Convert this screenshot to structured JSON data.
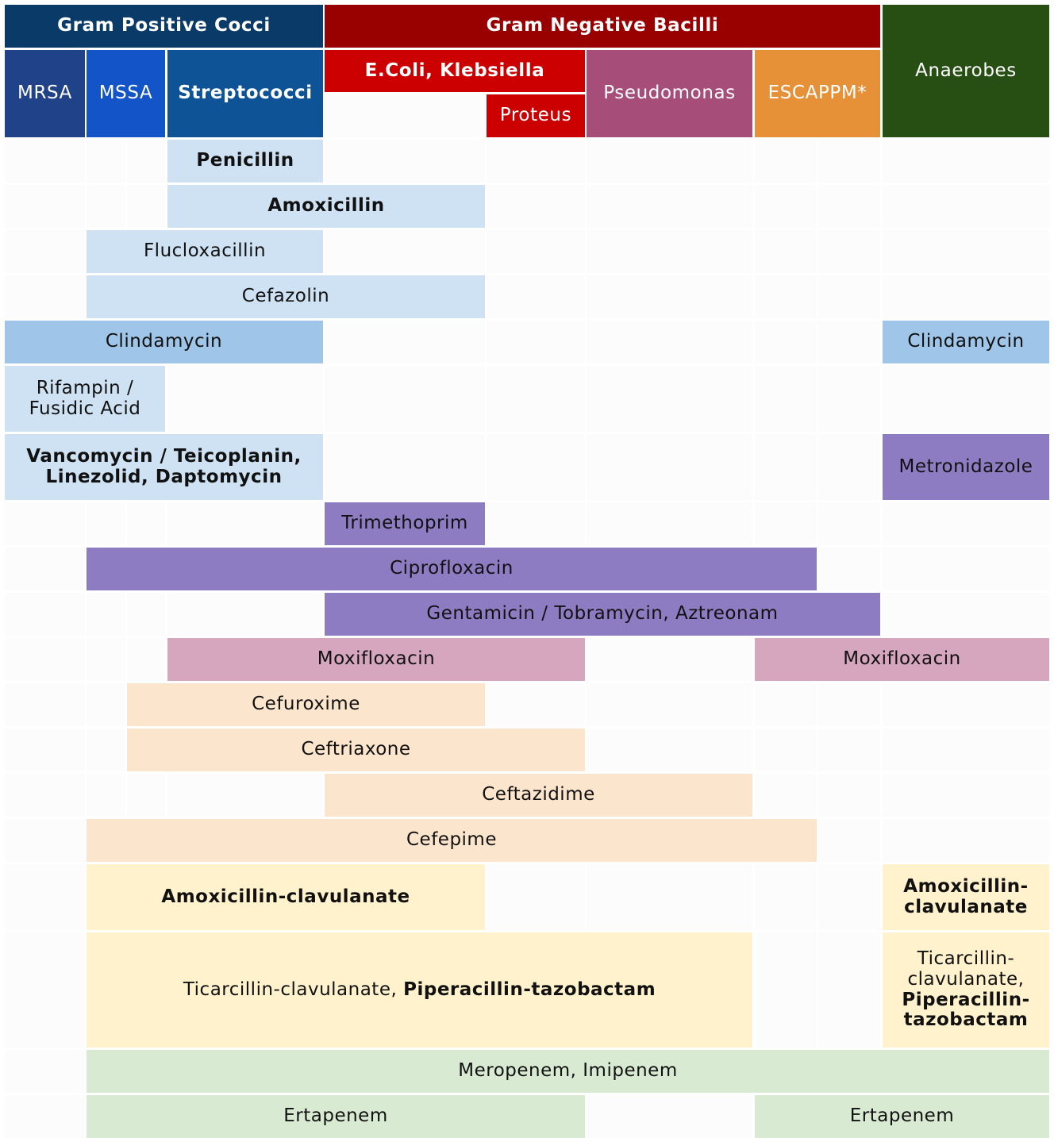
{
  "title": "Antibiotic spectrum of activity chart",
  "colors": {
    "gram_positive": "#0a3a68",
    "mrsa": "#1f4288",
    "mssa": "#1354c9",
    "streptococci": "#0d5396",
    "gram_negative": "#990000",
    "ecoli": "#cc0000",
    "proteus": "#cc0000",
    "pseudomonas": "#a64d79",
    "escappm": "#e69138",
    "anaerobes": "#274e13",
    "penicillins_light_blue": "#cfe2f3",
    "clindamycin_blue": "#9fc5e8",
    "purple": "#8e7cc3",
    "pink": "#d5a6bd",
    "peach": "#fce5cd",
    "cream": "#fff2cc",
    "green": "#d9ead3",
    "empty_cell": "#fcfcfc"
  },
  "columns": [
    "MRSA",
    "MSSA-a",
    "MSSA-b",
    "Streptococci",
    "E.Coli-a",
    "E.Coli/Proteus",
    "Pseudomonas",
    "ESCAPPM-a",
    "ESCAPPM-b",
    "Anaerobes"
  ],
  "headers": {
    "groups": [
      {
        "label": "Gram Positive Cocci",
        "color_key": "gram_positive",
        "bold": true,
        "cols": [
          0,
          3
        ]
      },
      {
        "label": "Gram Negative Bacilli",
        "color_key": "gram_negative",
        "bold": true,
        "cols": [
          4,
          8
        ]
      },
      {
        "label": "Anaerobes",
        "color_key": "anaerobes",
        "bold": false,
        "cols": [
          9,
          9
        ]
      }
    ],
    "organisms": [
      {
        "label": "MRSA",
        "color_key": "mrsa",
        "bold": false,
        "cols": [
          0,
          0
        ]
      },
      {
        "label": "MSSA",
        "color_key": "mssa",
        "bold": false,
        "cols": [
          1,
          2
        ]
      },
      {
        "label": "Streptococci",
        "color_key": "streptococci",
        "bold": true,
        "cols": [
          3,
          3
        ]
      },
      {
        "label": "E.Coli, Klebsiella",
        "color_key": "ecoli",
        "bold": true,
        "cols": [
          4,
          5
        ],
        "part": "top"
      },
      {
        "label": "Proteus",
        "color_key": "proteus",
        "bold": false,
        "cols": [
          5,
          5
        ],
        "part": "bottom"
      },
      {
        "label": "Pseudomonas",
        "color_key": "pseudomonas",
        "bold": false,
        "cols": [
          6,
          6
        ]
      },
      {
        "label": "ESCAPPM*",
        "color_key": "escappm",
        "bold": false,
        "cols": [
          7,
          8
        ]
      }
    ]
  },
  "rows": [
    {
      "size": 1,
      "drugs": [
        {
          "segments": [
            {
              "text": "Penicillin",
              "bold": true
            }
          ],
          "color_key": "penicillins_light_blue",
          "cols": [
            3,
            3
          ]
        }
      ]
    },
    {
      "size": 1,
      "drugs": [
        {
          "segments": [
            {
              "text": "Amoxicillin",
              "bold": true
            }
          ],
          "color_key": "penicillins_light_blue",
          "cols": [
            3,
            4
          ]
        }
      ]
    },
    {
      "size": 1,
      "drugs": [
        {
          "segments": [
            {
              "text": "Flucloxacillin",
              "bold": false
            }
          ],
          "color_key": "penicillins_light_blue",
          "cols": [
            1,
            3
          ]
        }
      ]
    },
    {
      "size": 1,
      "drugs": [
        {
          "segments": [
            {
              "text": "Cefazolin",
              "bold": false
            }
          ],
          "color_key": "penicillins_light_blue",
          "cols": [
            1,
            4
          ]
        }
      ]
    },
    {
      "size": 1,
      "drugs": [
        {
          "segments": [
            {
              "text": "Clindamycin",
              "bold": false
            }
          ],
          "color_key": "clindamycin_blue",
          "cols": [
            0,
            3
          ]
        },
        {
          "segments": [
            {
              "text": "Clindamycin",
              "bold": false
            }
          ],
          "color_key": "clindamycin_blue",
          "cols": [
            9,
            9
          ]
        }
      ]
    },
    {
      "size": 1.5,
      "drugs": [
        {
          "segments": [
            {
              "text": "Rifampin / Fusidic Acid",
              "bold": false
            }
          ],
          "color_key": "penicillins_light_blue",
          "cols": [
            0,
            2
          ]
        }
      ]
    },
    {
      "size": 1.5,
      "drugs": [
        {
          "segments": [
            {
              "text": "Vancomycin / Teicoplanin, Linezolid, Daptomycin",
              "bold": true
            }
          ],
          "color_key": "penicillins_light_blue",
          "cols": [
            0,
            3
          ]
        },
        {
          "segments": [
            {
              "text": "Metronidazole",
              "bold": false
            }
          ],
          "color_key": "purple",
          "cols": [
            9,
            9
          ]
        }
      ]
    },
    {
      "size": 1,
      "drugs": [
        {
          "segments": [
            {
              "text": "Trimethoprim",
              "bold": false
            }
          ],
          "color_key": "purple",
          "cols": [
            4,
            4
          ]
        }
      ]
    },
    {
      "size": 1,
      "drugs": [
        {
          "segments": [
            {
              "text": "Ciprofloxacin",
              "bold": false
            }
          ],
          "color_key": "purple",
          "cols": [
            1,
            7
          ]
        }
      ]
    },
    {
      "size": 1,
      "drugs": [
        {
          "segments": [
            {
              "text": "Gentamicin / Tobramycin, Aztreonam",
              "bold": false
            }
          ],
          "color_key": "purple",
          "cols": [
            4,
            8
          ]
        }
      ]
    },
    {
      "size": 1,
      "drugs": [
        {
          "segments": [
            {
              "text": "Moxifloxacin",
              "bold": false
            }
          ],
          "color_key": "pink",
          "cols": [
            3,
            5
          ]
        },
        {
          "segments": [
            {
              "text": "Moxifloxacin",
              "bold": false
            }
          ],
          "color_key": "pink",
          "cols": [
            7,
            9
          ]
        }
      ]
    },
    {
      "size": 1,
      "drugs": [
        {
          "segments": [
            {
              "text": "Cefuroxime",
              "bold": false
            }
          ],
          "color_key": "peach",
          "cols": [
            2,
            4
          ]
        }
      ]
    },
    {
      "size": 1,
      "drugs": [
        {
          "segments": [
            {
              "text": "Ceftriaxone",
              "bold": false
            }
          ],
          "color_key": "peach",
          "cols": [
            2,
            5
          ]
        }
      ]
    },
    {
      "size": 1,
      "drugs": [
        {
          "segments": [
            {
              "text": "Ceftazidime",
              "bold": false
            }
          ],
          "color_key": "peach",
          "cols": [
            4,
            6
          ]
        }
      ]
    },
    {
      "size": 1,
      "drugs": [
        {
          "segments": [
            {
              "text": "Cefepime",
              "bold": false
            }
          ],
          "color_key": "peach",
          "cols": [
            1,
            7
          ]
        }
      ]
    },
    {
      "size": 1.5,
      "drugs": [
        {
          "segments": [
            {
              "text": "Amoxicillin-clavulanate",
              "bold": true
            }
          ],
          "color_key": "cream",
          "cols": [
            1,
            4
          ]
        },
        {
          "segments": [
            {
              "text": "Amoxicillin-\nclavulanate",
              "bold": true
            }
          ],
          "color_key": "cream",
          "cols": [
            9,
            9
          ]
        }
      ]
    },
    {
      "size": 2.6,
      "drugs": [
        {
          "segments": [
            {
              "text": "Ticarcillin-clavulanate, ",
              "bold": false
            },
            {
              "text": "Piperacillin-tazobactam",
              "bold": true
            }
          ],
          "color_key": "cream",
          "cols": [
            1,
            6
          ]
        },
        {
          "segments": [
            {
              "text": "Ticarcillin-\nclavulanate,\n",
              "bold": false
            },
            {
              "text": "Piperacillin-\ntazobactam",
              "bold": true
            }
          ],
          "color_key": "cream",
          "cols": [
            9,
            9
          ]
        }
      ]
    },
    {
      "size": 1,
      "drugs": [
        {
          "segments": [
            {
              "text": "Meropenem, Imipenem",
              "bold": false
            }
          ],
          "color_key": "green",
          "cols": [
            1,
            9
          ]
        }
      ]
    },
    {
      "size": 1,
      "drugs": [
        {
          "segments": [
            {
              "text": "Ertapenem",
              "bold": false
            }
          ],
          "color_key": "green",
          "cols": [
            1,
            5
          ]
        },
        {
          "segments": [
            {
              "text": "Ertapenem",
              "bold": false
            }
          ],
          "color_key": "green",
          "cols": [
            7,
            9
          ]
        }
      ]
    }
  ]
}
